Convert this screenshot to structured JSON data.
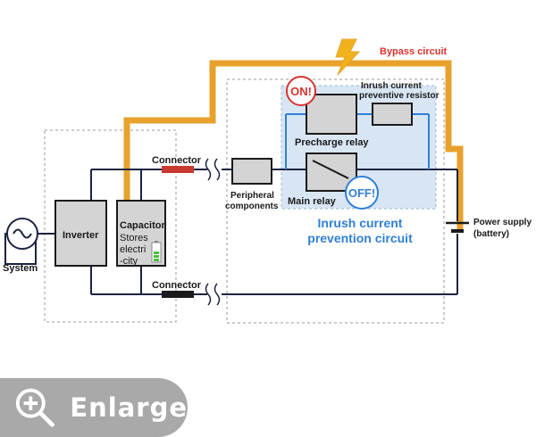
{
  "labels": {
    "bypass_circuit": "Bypass circuit",
    "on_badge": "ON!",
    "off_badge": "OFF!",
    "resistor": [
      "Inrush current",
      "preventive resistor"
    ],
    "precharge_relay": "Precharge relay",
    "main_relay": "Main relay",
    "connector_top": "Connector",
    "connector_bottom": "Connector",
    "peripheral": [
      "Peripheral",
      "components"
    ],
    "inverter": "Inverter",
    "capacitor_title": "Capacitor",
    "capacitor_desc": [
      "Stores",
      "electri",
      "-city"
    ],
    "system": "System",
    "power_supply": [
      "Power supply",
      "(battery)"
    ],
    "inrush_circuit": [
      "Inrush current",
      "prevention circuit"
    ]
  },
  "colors": {
    "wire": "#1c2340",
    "bypass": "#e8a12c",
    "bypass_label": "#d9322e",
    "on_badge": "#d9322e",
    "off_badge": "#2f7fd6",
    "inrush_fill": "#d8e6f4",
    "inrush_text": "#2f7fd6",
    "connector_top": "#c8392f",
    "component_fill": "#d4d4d4",
    "button_bg": "#a9a9a9"
  },
  "icons": [
    "lightning-icon",
    "ac-source-icon",
    "battery-level-icon",
    "zoom-in-icon"
  ],
  "enlarge": {
    "label": "Enlarge"
  }
}
